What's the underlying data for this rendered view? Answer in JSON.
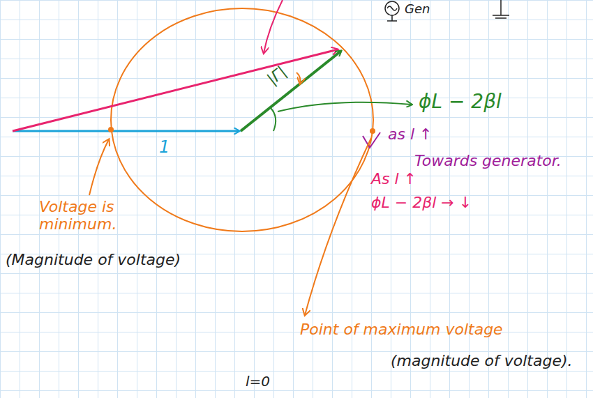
{
  "diagram": {
    "labels": [
      "Gen",
      "1",
      "|Γ|",
      "ϕL − 2βl",
      "as l ↑",
      "Towards generator.",
      "As l ↑",
      "ϕL − 2βl → ↓",
      "Voltage is minimum.",
      "(Magnitude of voltage)",
      "Point of maximum voltage",
      "(magnitude of voltage).",
      "l=0"
    ]
  }
}
